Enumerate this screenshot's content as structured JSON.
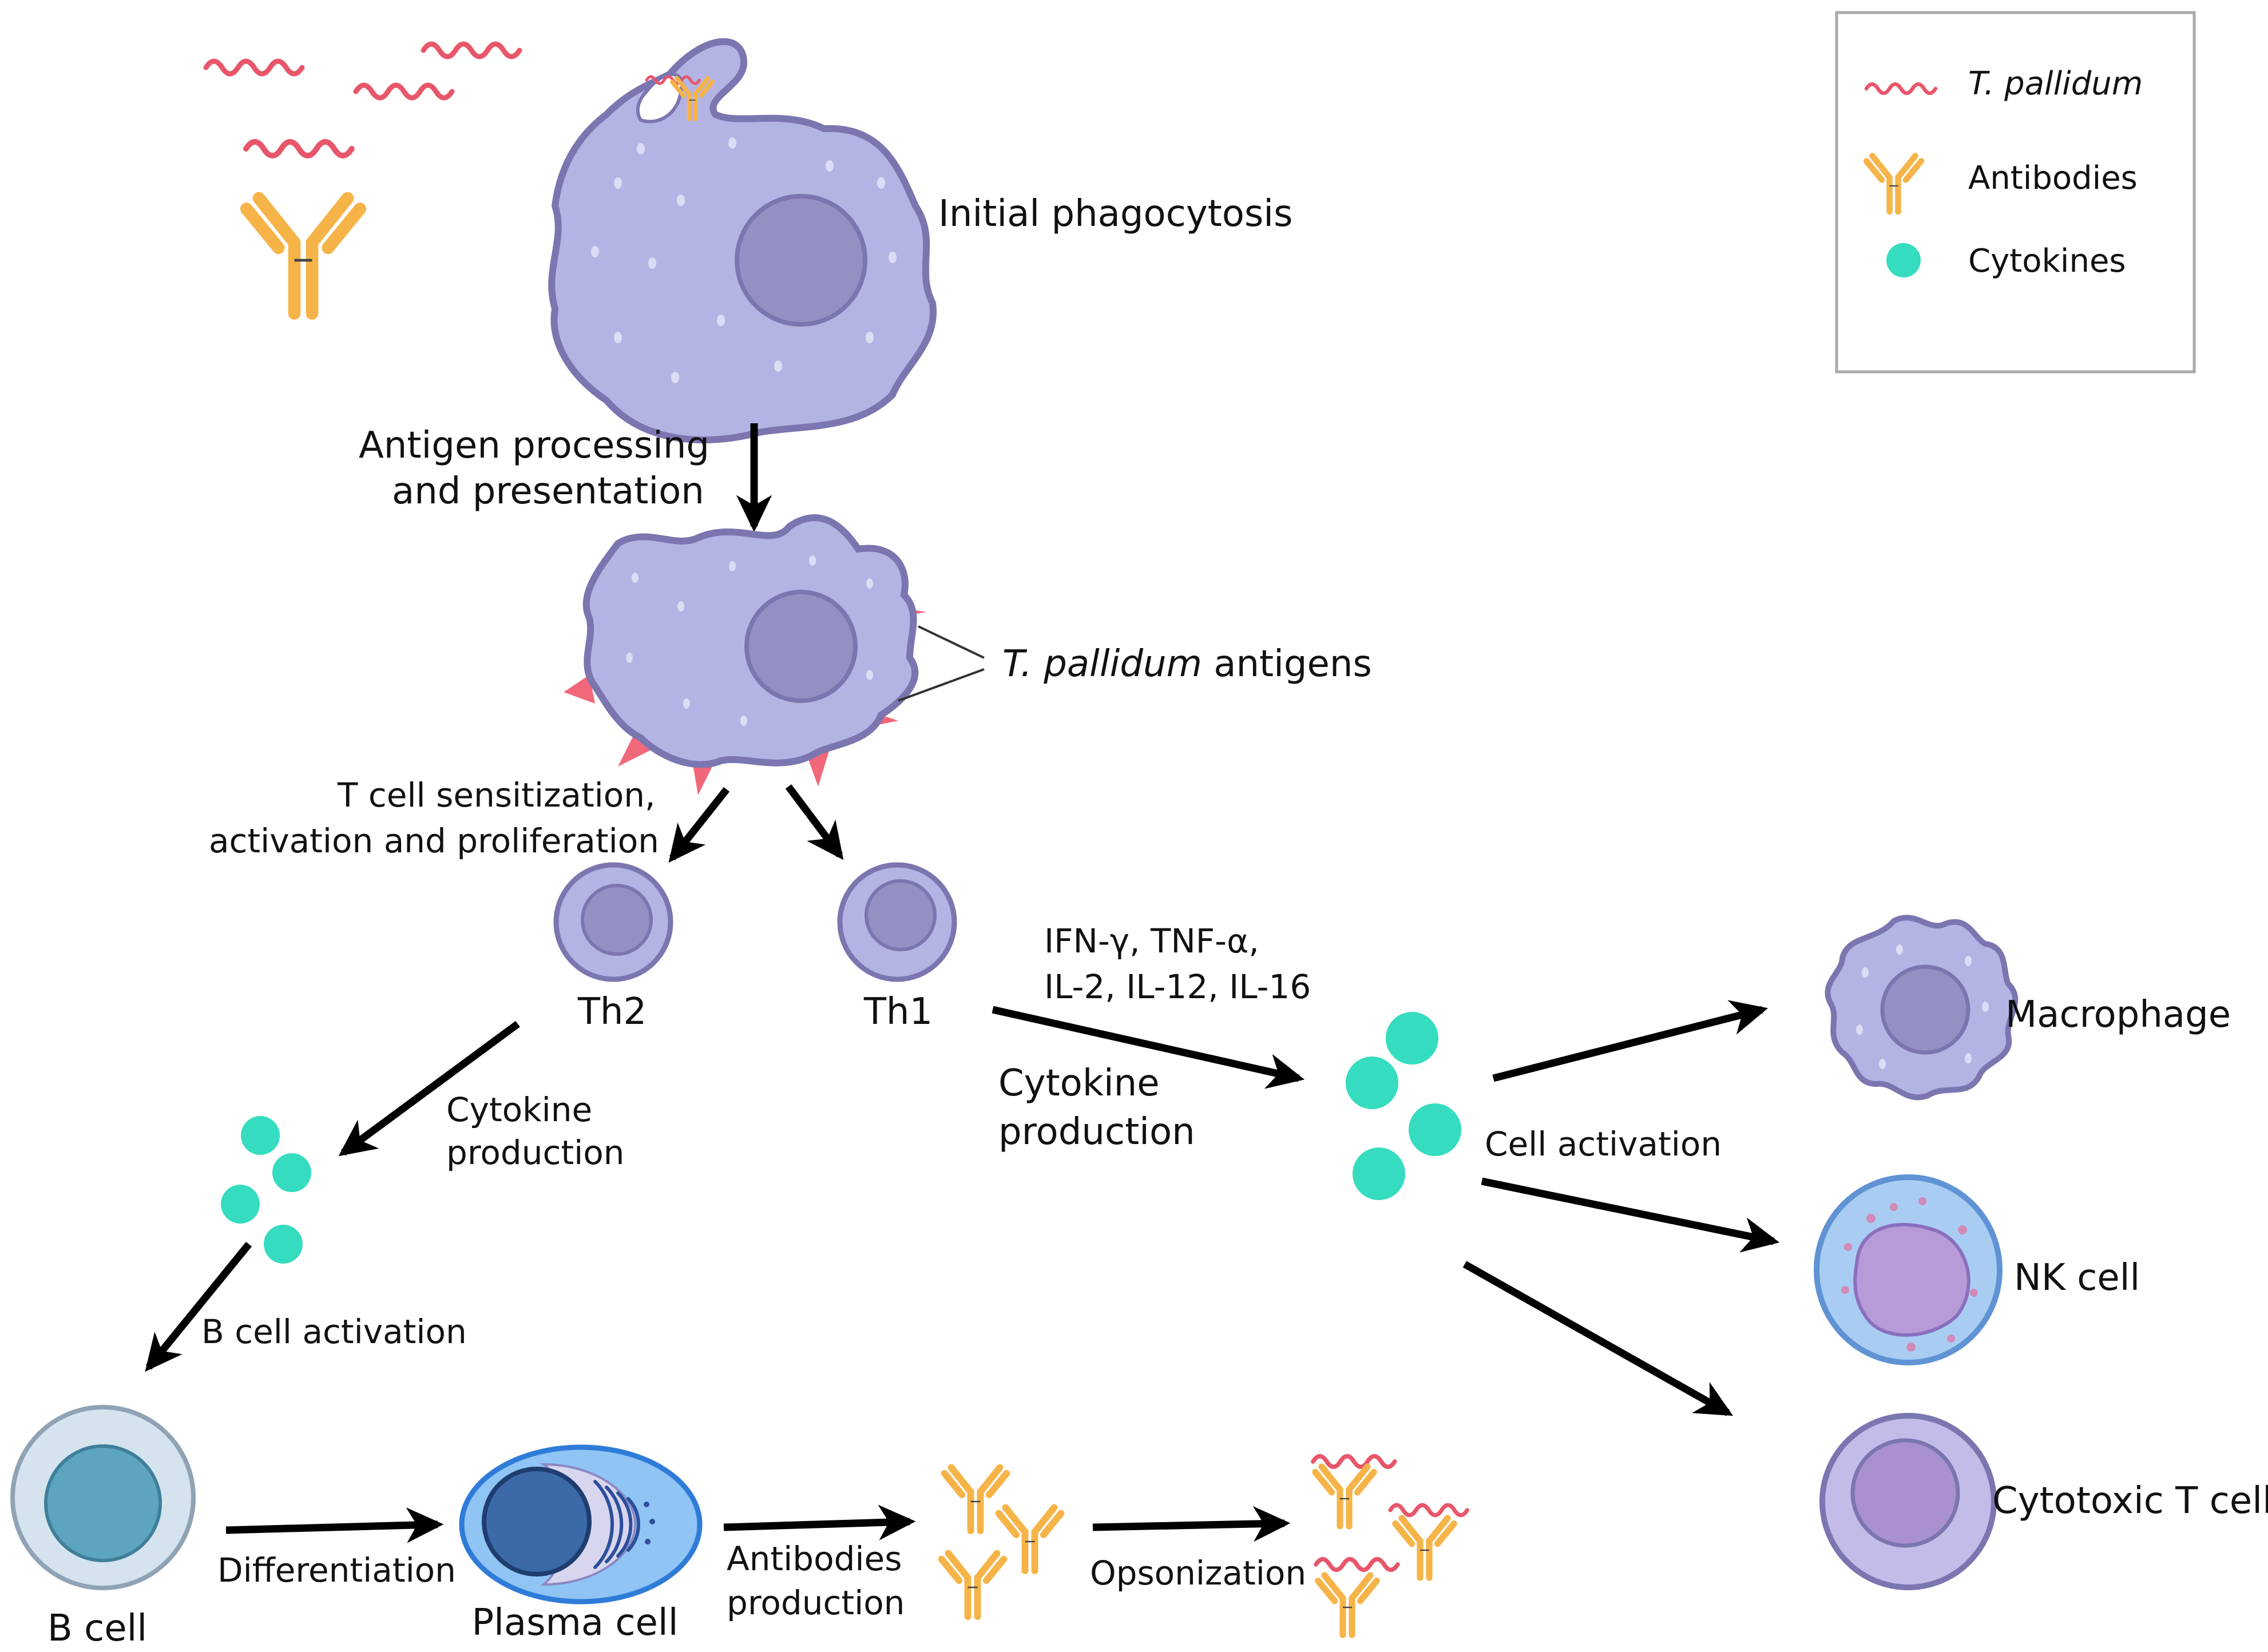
{
  "legend": {
    "items": [
      {
        "label": "T. pallidum",
        "italic": true,
        "icon": "spirochete"
      },
      {
        "label": "Antibodies",
        "italic": false,
        "icon": "antibody"
      },
      {
        "label": "Cytokines",
        "italic": false,
        "icon": "cytokine"
      }
    ]
  },
  "colors": {
    "macrophage_fill": "#b4b4e4",
    "macrophage_stroke": "#7b75b0",
    "nucleus": "#9590c4",
    "spirochete": "#e8566a",
    "antibody": "#f6b448",
    "cytokine": "#35dcbf",
    "nk_fill": "#a9cdf2",
    "nk_stroke": "#5f93d4",
    "bcell_outer": "#d4e3ee",
    "bcell_nucleus": "#5da5bf",
    "plasma_fill": "#8fc4f4",
    "plasma_nucleus": "#3c6aa8",
    "arrow": "#000000"
  },
  "labels": {
    "initial_phagocytosis": "Initial phagocytosis",
    "antigen_processing_1": "Antigen processing",
    "antigen_processing_2": "and presentation",
    "tp_antigens_italic": "T. pallidum",
    "tp_antigens_rest": " antigens",
    "tcell_1": "T cell sensitization,",
    "tcell_2": "activation and proliferation",
    "th2": "Th2",
    "th1": "Th1",
    "cytokine_list_1": "IFN-γ, TNF-α,",
    "cytokine_list_2": "IL-2, IL-12, IL-16",
    "cytokine_prod_right_1": "Cytokine",
    "cytokine_prod_right_2": "production",
    "cytokine_prod_left_1": "Cytokine",
    "cytokine_prod_left_2": "production",
    "cell_activation": "Cell activation",
    "macrophage": "Macrophage",
    "nk_cell": "NK cell",
    "cytotoxic_t": "Cytotoxic T cell",
    "b_cell_activation": "B cell activation",
    "b_cell": "B cell",
    "differentiation": "Differentiation",
    "plasma_cell": "Plasma cell",
    "antibodies_prod_1": "Antibodies",
    "antibodies_prod_2": "production",
    "opsonization": "Opsonization"
  }
}
